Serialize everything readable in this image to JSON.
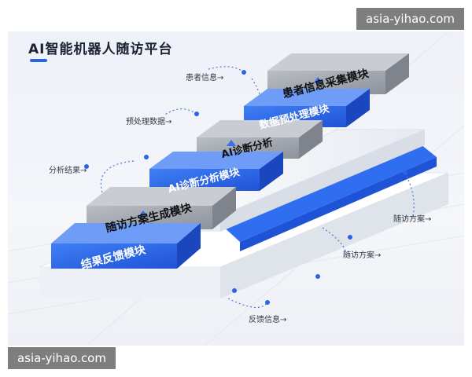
{
  "title": "AI智能机器人随访平台",
  "modules": [
    {
      "label": "患者信息采集模块",
      "style": "gray"
    },
    {
      "label": "数据预处理模块",
      "style": "blue"
    },
    {
      "label": "AI诊断分析",
      "style": "gray"
    },
    {
      "label": "AI诊断分析模块",
      "style": "blue"
    },
    {
      "label": "随访方案生成模块",
      "style": "gray"
    },
    {
      "label": "结果反馈模块",
      "style": "blue"
    }
  ],
  "flow_labels": {
    "patient_info": "患者信息→",
    "preprocessed": "预处理数据→",
    "analysis_result": "分析结果→",
    "plan_right": "随访方案→",
    "plan_mid": "随访方案→",
    "feedback": "反馈信息→"
  },
  "watermark": "asia-yihao.com",
  "colors": {
    "accent_blue": "#2a63e8",
    "gray_block": "#9fa4ad",
    "platform_blue": "#2f6ef0"
  }
}
